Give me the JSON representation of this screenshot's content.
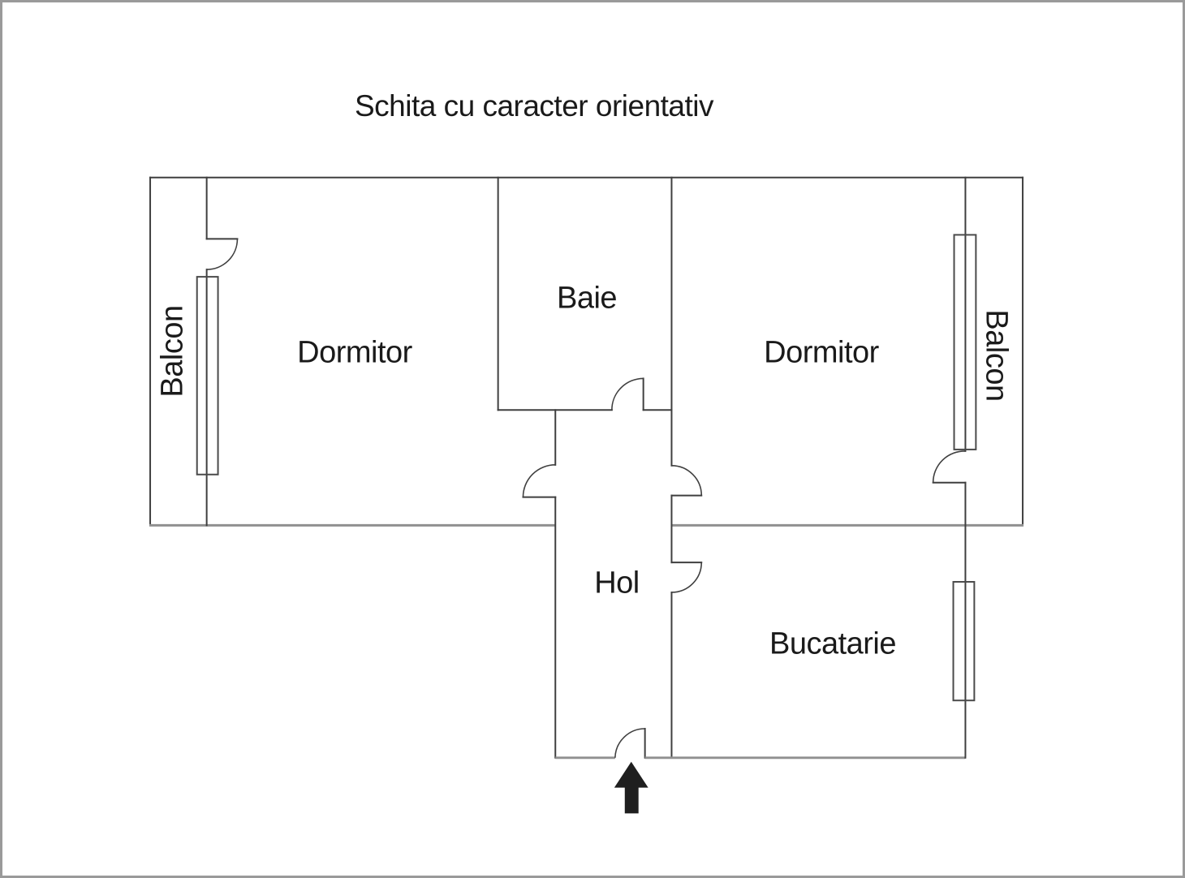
{
  "title": "Schita cu caracter orientativ",
  "rooms": {
    "balcon_left": {
      "label": "Balcon"
    },
    "dormitor_left": {
      "label": "Dormitor"
    },
    "baie": {
      "label": "Baie"
    },
    "dormitor_right": {
      "label": "Dormitor"
    },
    "balcon_right": {
      "label": "Balcon"
    },
    "hol": {
      "label": "Hol"
    },
    "bucatarie": {
      "label": "Bucatarie"
    }
  },
  "icons": {
    "entrance_arrow": "up-arrow-entrance-marker"
  },
  "colors": {
    "wall": "#3f3f3f",
    "light_wall": "#909090",
    "window_frame": "#4a4a4a",
    "text": "#1a1a1a",
    "arrow": "#1f1f1f",
    "canvas_border": "#9a9a9a",
    "background": "#ffffff"
  }
}
